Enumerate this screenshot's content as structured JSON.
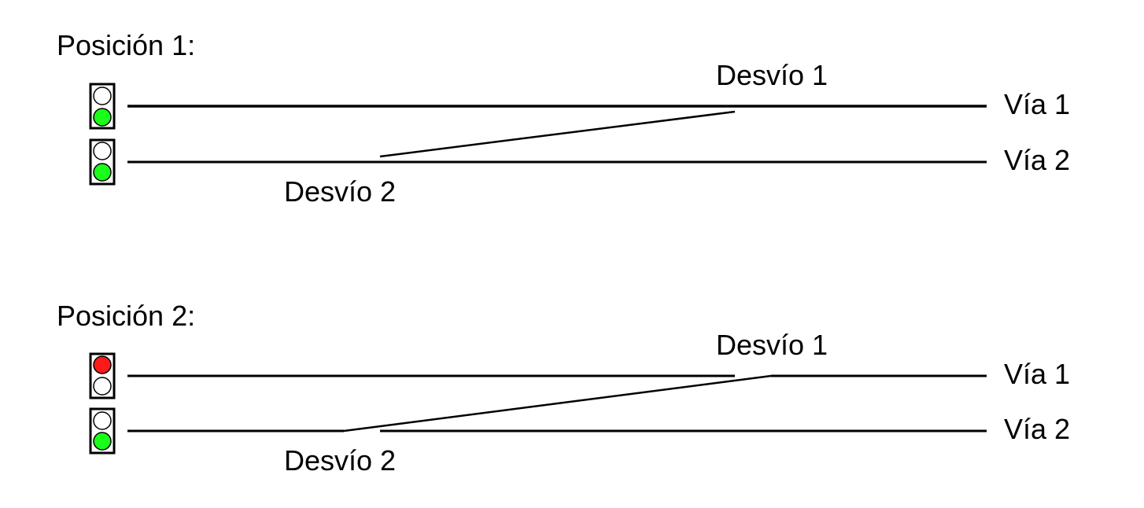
{
  "positions": [
    {
      "title": "Posición 1:",
      "track1_label": "Vía 1",
      "track2_label": "Vía 2",
      "switch1_label": "Desvío 1",
      "switch2_label": "Desvío 2",
      "signal1": {
        "top": "off",
        "bottom": "green"
      },
      "signal2": {
        "top": "off",
        "bottom": "green"
      },
      "route": "straight"
    },
    {
      "title": "Posición 2:",
      "track1_label": "Vía 1",
      "track2_label": "Vía 2",
      "switch1_label": "Desvío 1",
      "switch2_label": "Desvío 2",
      "signal1": {
        "top": "red",
        "bottom": "off"
      },
      "signal2": {
        "top": "off",
        "bottom": "green"
      },
      "route": "crossover"
    }
  ],
  "colors": {
    "red": "#ff1a1a",
    "green": "#1aff1a",
    "off": "#ffffff",
    "line": "#000000"
  }
}
